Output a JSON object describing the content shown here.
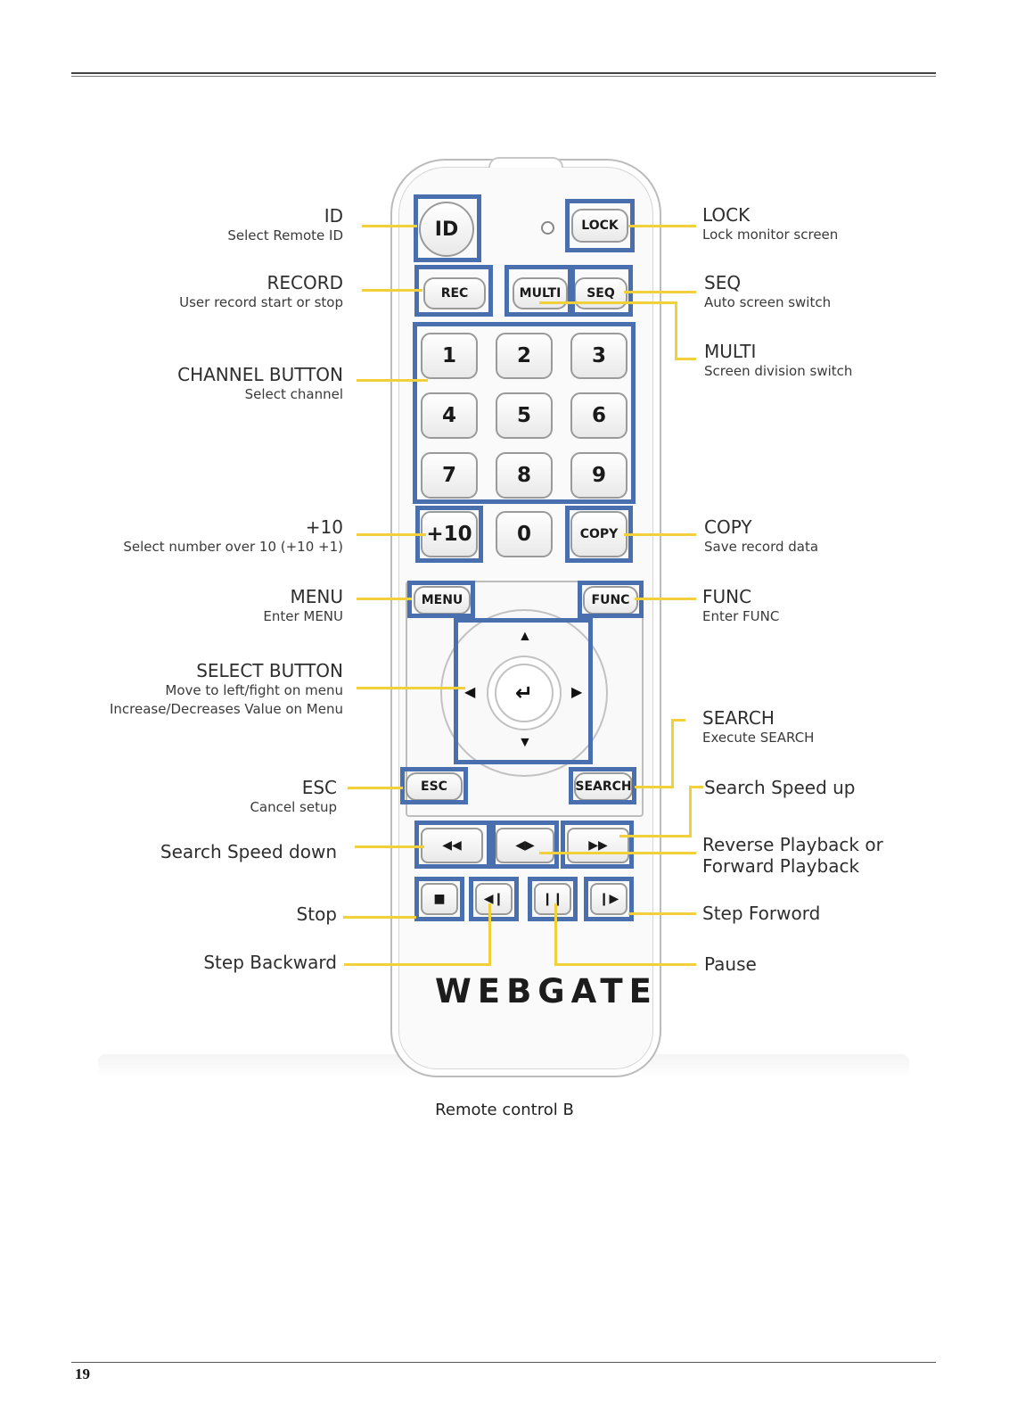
{
  "page_number": "19",
  "caption": "Remote control B",
  "brand": "WEBGATE",
  "buttons": {
    "id": "ID",
    "lock": "LOCK",
    "rec": "REC",
    "multi": "MULTI",
    "seq": "SEQ",
    "digits": [
      "1",
      "2",
      "3",
      "4",
      "5",
      "6",
      "7",
      "8",
      "9"
    ],
    "plus10": "+10",
    "zero": "0",
    "copy": "COPY",
    "menu": "MENU",
    "func": "FUNC",
    "esc": "ESC",
    "search": "SEARCH"
  },
  "icons": {
    "enter": "enter-icon",
    "up": "arrow-up-icon",
    "down": "arrow-down-icon",
    "left": "arrow-left-icon",
    "right": "arrow-right-icon",
    "rewind": "rewind-icon",
    "reverse_forward": "reverse-forward-play-icon",
    "fast_forward": "fast-forward-icon",
    "stop": "stop-icon",
    "step_back": "step-backward-icon",
    "pause": "pause-icon",
    "step_forward": "step-forward-icon"
  },
  "labels_left": {
    "id": {
      "title": "ID",
      "sub": "Select Remote ID"
    },
    "record": {
      "title": "RECORD",
      "sub": "User record start or stop"
    },
    "channel": {
      "title": "CHANNEL BUTTON",
      "sub": "Select channel"
    },
    "plus10": {
      "title": "+10",
      "sub": "Select number over 10 (+10 +1)"
    },
    "menu": {
      "title": "MENU",
      "sub": "Enter MENU"
    },
    "select": {
      "title": "SELECT BUTTON",
      "sub1": "Move to left/fight on menu",
      "sub2": "Increase/Decreases Value on Menu"
    },
    "esc": {
      "title": "ESC",
      "sub": "Cancel setup"
    },
    "speed_down": {
      "title": "Search Speed down"
    },
    "stop": {
      "title": "Stop"
    },
    "step_back": {
      "title": "Step Backward"
    }
  },
  "labels_right": {
    "lock": {
      "title": "LOCK",
      "sub": "Lock monitor screen"
    },
    "seq": {
      "title": "SEQ",
      "sub": "Auto screen switch"
    },
    "multi": {
      "title": "MULTI",
      "sub": "Screen division switch"
    },
    "copy": {
      "title": "COPY",
      "sub": "Save record data"
    },
    "func": {
      "title": "FUNC",
      "sub": "Enter FUNC"
    },
    "search": {
      "title": "SEARCH",
      "sub": "Execute SEARCH"
    },
    "speed_up": {
      "title": "Search Speed up"
    },
    "reverse": {
      "line1": "Reverse Playback or",
      "line2": "Forward Playback"
    },
    "step_forward": {
      "title": "Step Forword"
    },
    "pause": {
      "title": "Pause"
    }
  },
  "colors": {
    "highlight": "#4a6fae",
    "leader": "#f2d03a"
  }
}
